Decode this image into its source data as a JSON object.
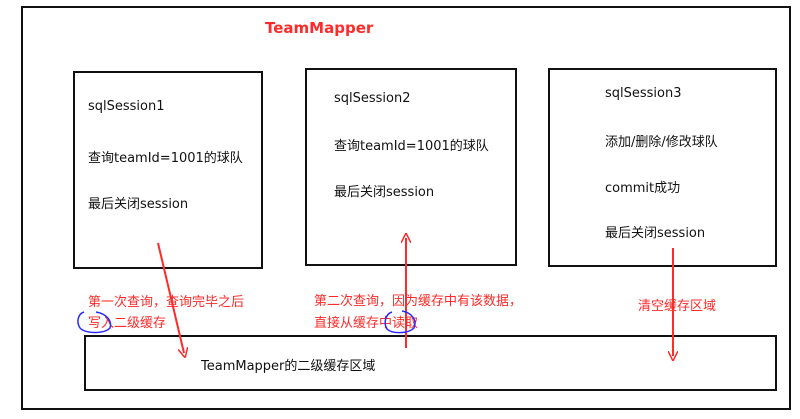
{
  "title": "TeamMapper",
  "sessions": [
    {
      "name": "sqlSession1",
      "lines": [
        "查询teamId=1001的球队",
        "最后关闭session"
      ]
    },
    {
      "name": "sqlSession2",
      "lines": [
        "查询teamId=1001的球队",
        "最后关闭session"
      ]
    },
    {
      "name": "sqlSession3",
      "lines": [
        "添加/删除/修改球队",
        "commit成功",
        "最后关闭session"
      ]
    }
  ],
  "cache_label": "TeamMapper的二级缓存区域",
  "notes": {
    "first_query": [
      "第一次查询，查询完毕之后",
      "写入二级缓存"
    ],
    "second_query": [
      "第二次查询，因为缓存中有该数据，",
      "直接从缓存中读取"
    ],
    "clear_cache": "清空缓存区域"
  },
  "colors": {
    "annotation": "#ff2a2a",
    "highlight_circle": "#2a2aff",
    "border": "#111111"
  }
}
